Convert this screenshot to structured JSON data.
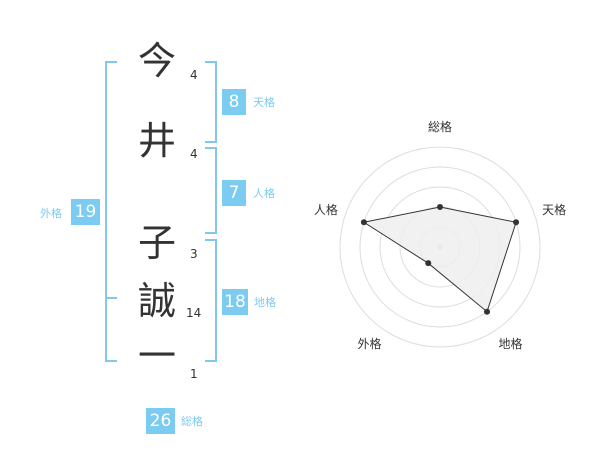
{
  "name_chars": [
    {
      "char": "今",
      "strokes": "4"
    },
    {
      "char": "井",
      "strokes": "4"
    },
    {
      "char": "子",
      "strokes": "3"
    },
    {
      "char": "誠",
      "strokes": "14"
    },
    {
      "char": "一",
      "strokes": "1"
    }
  ],
  "fortunes": {
    "tenkaku": {
      "label": "天格",
      "value": "8"
    },
    "jinkaku": {
      "label": "人格",
      "value": "7"
    },
    "chikaku": {
      "label": "地格",
      "value": "18"
    },
    "gaikaku": {
      "label": "外格",
      "value": "19"
    },
    "soukaku": {
      "label": "総格",
      "value": "26"
    }
  },
  "radar": {
    "axes": [
      "総格",
      "天格",
      "地格",
      "外格",
      "人格"
    ],
    "values": [
      2,
      4,
      4,
      1,
      4
    ],
    "max": 5,
    "colors": {
      "fill": "#efefef",
      "line": "#333333",
      "grid": "#dddddd",
      "point": "#333333"
    }
  },
  "colors": {
    "accent": "#7ccbf1",
    "bracket": "#84c7ee",
    "text": "#333333"
  }
}
